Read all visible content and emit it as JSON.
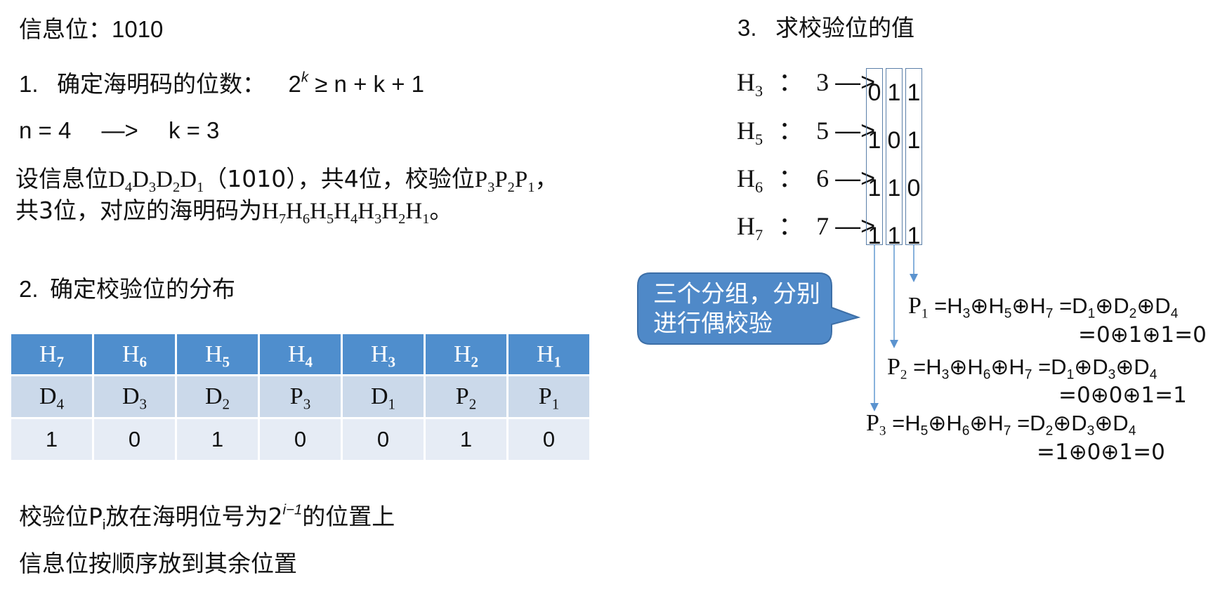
{
  "left": {
    "info_line": {
      "label": "信息位：",
      "value": "1010"
    },
    "step1": {
      "number": "1.",
      "title": "确定海明码的位数：",
      "formula_base": "2",
      "formula_exp": "k",
      "formula_rest": " ≥ n + k + 1"
    },
    "step1_result": {
      "lhs": "n = 4",
      "arrow": "—>",
      "rhs": "k = 3"
    },
    "desc": {
      "line1_prefix": "设信息位",
      "data_bits": [
        {
          "sym": "D",
          "sub": "4"
        },
        {
          "sym": "D",
          "sub": "3"
        },
        {
          "sym": "D",
          "sub": "2"
        },
        {
          "sym": "D",
          "sub": "1"
        }
      ],
      "line1_mid": "（1010），共4位，校验位",
      "check_bits": [
        {
          "sym": "P",
          "sub": "3"
        },
        {
          "sym": "P",
          "sub": "2"
        },
        {
          "sym": "P",
          "sub": "1"
        }
      ],
      "line1_end": "，",
      "line2_prefix": "共3位，对应的海明码为",
      "hamming_bits": [
        {
          "sym": "H",
          "sub": "7"
        },
        {
          "sym": "H",
          "sub": "6"
        },
        {
          "sym": "H",
          "sub": "5"
        },
        {
          "sym": "H",
          "sub": "4"
        },
        {
          "sym": "H",
          "sub": "3"
        },
        {
          "sym": "H",
          "sub": "2"
        },
        {
          "sym": "H",
          "sub": "1"
        }
      ],
      "line2_end": "。"
    },
    "step2": {
      "number": "2.",
      "title": "确定校验位的分布"
    },
    "table": {
      "header": [
        {
          "sym": "H",
          "sub": "7"
        },
        {
          "sym": "H",
          "sub": "6"
        },
        {
          "sym": "H",
          "sub": "5"
        },
        {
          "sym": "H",
          "sub": "4"
        },
        {
          "sym": "H",
          "sub": "3"
        },
        {
          "sym": "H",
          "sub": "2"
        },
        {
          "sym": "H",
          "sub": "1"
        }
      ],
      "positions": [
        {
          "sym": "D",
          "sub": "4"
        },
        {
          "sym": "D",
          "sub": "3"
        },
        {
          "sym": "D",
          "sub": "2"
        },
        {
          "sym": "P",
          "sub": "3"
        },
        {
          "sym": "D",
          "sub": "1"
        },
        {
          "sym": "P",
          "sub": "2"
        },
        {
          "sym": "P",
          "sub": "1"
        }
      ],
      "values": [
        "1",
        "0",
        "1",
        "0",
        "0",
        "1",
        "0"
      ],
      "colors": {
        "header": "#4f8ecd",
        "row_positions": "#cbd9ea",
        "row_values": "#e6ecf5"
      }
    },
    "rule1": {
      "prefix": "校验位P",
      "sub": "i",
      "mid": "放在海明位号为2",
      "sup": "i−1",
      "end": "的位置上"
    },
    "rule2": "信息位按顺序放到其余位置"
  },
  "right": {
    "step3": {
      "number": "3.",
      "title": "求校验位的值"
    },
    "rows": [
      {
        "sym": "H",
        "sub": "3",
        "colon": "：",
        "num": "3",
        "arrow": "—>",
        "bits": [
          "0",
          "1",
          "1"
        ]
      },
      {
        "sym": "H",
        "sub": "5",
        "colon": "：",
        "num": "5",
        "arrow": "—>",
        "bits": [
          "1",
          "0",
          "1"
        ]
      },
      {
        "sym": "H",
        "sub": "6",
        "colon": "：",
        "num": "6",
        "arrow": "—>",
        "bits": [
          "1",
          "1",
          "0"
        ]
      },
      {
        "sym": "H",
        "sub": "7",
        "colon": "：",
        "num": "7",
        "arrow": "—>",
        "bits": [
          "1",
          "1",
          "1"
        ]
      }
    ],
    "callout": {
      "text": "三个分组，分别进行偶校验",
      "fill": "#4f89c8",
      "border": "#3d6fa7"
    },
    "formulas": [
      {
        "p": "P",
        "p_sub": "1",
        "h": [
          "3",
          "5",
          "7"
        ],
        "d": [
          "1",
          "2",
          "4"
        ],
        "calc": "=0⊕1⊕1=0"
      },
      {
        "p": "P",
        "p_sub": "2",
        "h": [
          "3",
          "6",
          "7"
        ],
        "d": [
          "1",
          "3",
          "4"
        ],
        "calc": "=0⊕0⊕1=1"
      },
      {
        "p": "P",
        "p_sub": "3",
        "h": [
          "5",
          "6",
          "7"
        ],
        "d": [
          "2",
          "3",
          "4"
        ],
        "calc": "=1⊕0⊕1=0"
      }
    ],
    "symbols": {
      "xor": "⊕",
      "eq": " =",
      "h": "H",
      "d": "D"
    },
    "arrow_color": "#6a9fd3"
  }
}
